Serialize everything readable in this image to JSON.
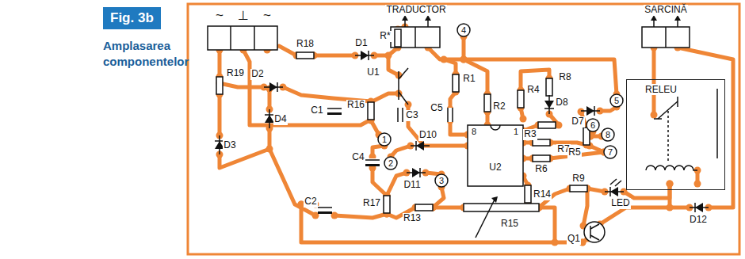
{
  "diagram": {
    "caption": "Amplasarea componentelor",
    "nodes": [
      {
        "text": [
          "Fig. 3b"
        ]
      },
      {
        "text": [
          "RELEU"
        ]
      }
    ],
    "labels": [
      "~",
      "⊥",
      "~",
      "TRADUCTOR",
      "SARCINĂ",
      "R18",
      "D1",
      "R*",
      "4",
      "U1",
      "R19",
      "D2",
      "R1",
      "R4",
      "R8",
      "5",
      "C1",
      "R16",
      "C5",
      "R2",
      "D8",
      "D7",
      "D4",
      "C3",
      "1",
      "8",
      "1",
      "R3",
      "6",
      "8",
      "R7",
      "R5",
      "7",
      "D10",
      "D3",
      "C4",
      "2",
      "U2",
      "R6",
      "D11",
      "3",
      "R14",
      "R9",
      "LED",
      "C2",
      "R17",
      "R13",
      "R15",
      "D12",
      "Q1"
    ]
  }
}
